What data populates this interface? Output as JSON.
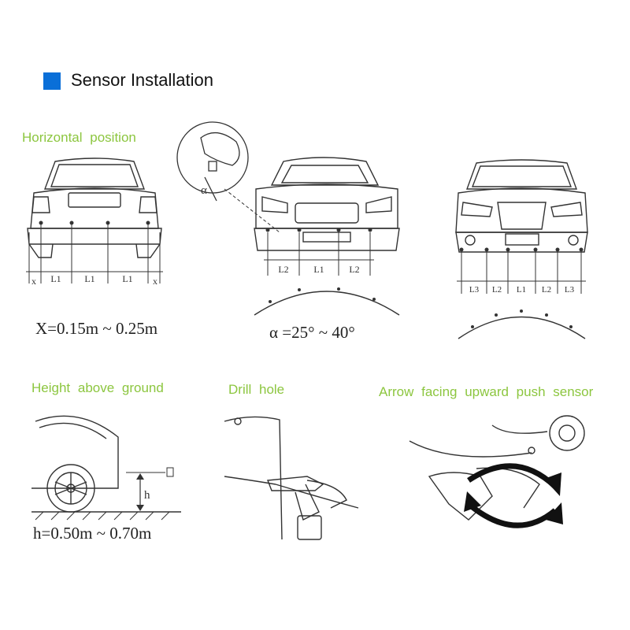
{
  "title": "Sensor Installation",
  "accent_color": "#0a6fd8",
  "label_color": "#8cc63f",
  "panels": {
    "horizontal": {
      "heading": "Horizontal position",
      "formula": "X=0.15m ~ 0.25m",
      "dims": [
        "x",
        "L1",
        "L1",
        "L1",
        "x"
      ]
    },
    "angle": {
      "formula": "α =25° ~ 40°",
      "symbol": "α",
      "dims": [
        "L2",
        "L1",
        "L2"
      ]
    },
    "suv": {
      "dims": [
        "L3",
        "L2",
        "L1",
        "L2",
        "L3"
      ]
    },
    "height": {
      "heading": "Height above ground",
      "formula": "h=0.50m ~ 0.70m",
      "symbol": "h"
    },
    "drill": {
      "heading": "Drill hole"
    },
    "push": {
      "heading": "Arrow facing upward push sensor"
    }
  }
}
